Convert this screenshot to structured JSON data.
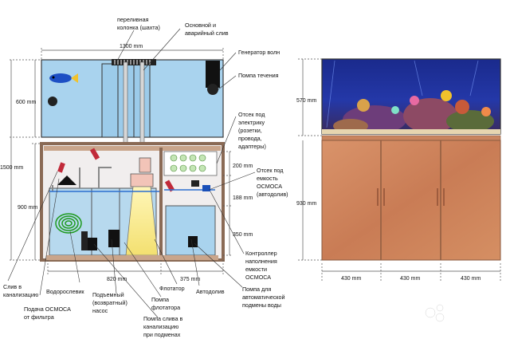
{
  "left_diagram": {
    "labels": {
      "overflow": [
        "переливная",
        "колонка (шахта)"
      ],
      "main_drain": [
        "Основной и",
        "аварийный слив"
      ],
      "wave_gen": "Генератор волн",
      "circ_pump": "Помпа течения",
      "elec_bay": [
        "Отсек под",
        "электрику",
        "(розетки,",
        "провода,",
        "адаптеры)"
      ],
      "osmosis_bay": [
        "Отсек под",
        "емкость",
        "ОСМОСА",
        "(автодолив)"
      ],
      "controller": [
        "Контроллер",
        "наполнения",
        "емкости",
        "ОСМОСА"
      ],
      "pump_auto": [
        "Помпа для",
        "автоматической",
        "подмены воды"
      ],
      "autotop": "Автодолив",
      "skimmer": "Флотатор",
      "skimmer_pump": [
        "Помпа",
        "флотатора"
      ],
      "drain_pump": [
        "Помпа слива в",
        "канализацию",
        "при подменах"
      ],
      "return_pump": [
        "Подъемный",
        "(возвратный)",
        "насос"
      ],
      "algae": "Водорослевик",
      "osmosis_feed": [
        "Подача ОСМОСА",
        "от фильтра"
      ],
      "sewer_drain": [
        "Слив в",
        "канализацию"
      ]
    },
    "dims": {
      "width_top": "1300 mm",
      "tank_height": "600 mm",
      "total_height": "1500 mm",
      "stand_height": "900 mm",
      "elec_h": "200 mm",
      "osmo_h": "188 mm",
      "sump_h": "350 mm",
      "left_w": "820 mm",
      "right_w": "375 mm"
    }
  },
  "right_diagram": {
    "dims": {
      "tank_h": "570 mm",
      "stand_h": "930 mm",
      "door_w1": "430 mm",
      "door_w2": "430 mm",
      "door_w3": "430 mm"
    }
  },
  "watermark": "Avito",
  "colors": {
    "water": "#a9d3ee",
    "wood": "#c98a68",
    "cabinet_frame": "#8a6a55",
    "door": "#d48a5e"
  }
}
